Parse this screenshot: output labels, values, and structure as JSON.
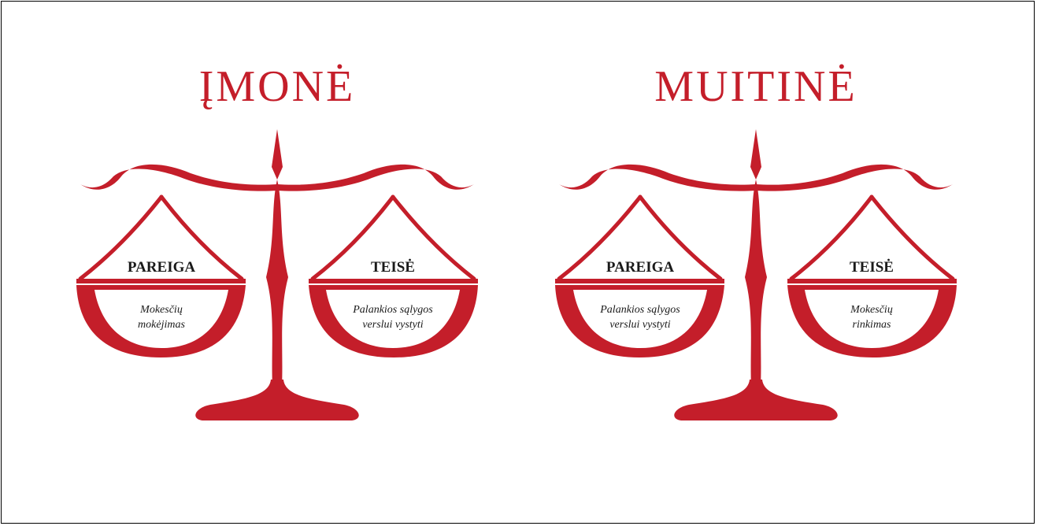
{
  "accent_color": "#c41e2a",
  "scales": [
    {
      "title": "ĮMONĖ",
      "left_pan": {
        "label": "PAREIGA",
        "line1": "Mokesčių",
        "line2": "mokėjimas"
      },
      "right_pan": {
        "label": "TEISĖ",
        "line1": "Palankios sąlygos",
        "line2": "verslui vystyti"
      }
    },
    {
      "title": "MUITINĖ",
      "left_pan": {
        "label": "PAREIGA",
        "line1": "Palankios sąlygos",
        "line2": "verslui vystyti"
      },
      "right_pan": {
        "label": "TEISĖ",
        "line1": "Mokesčių",
        "line2": "rinkimas"
      }
    }
  ]
}
